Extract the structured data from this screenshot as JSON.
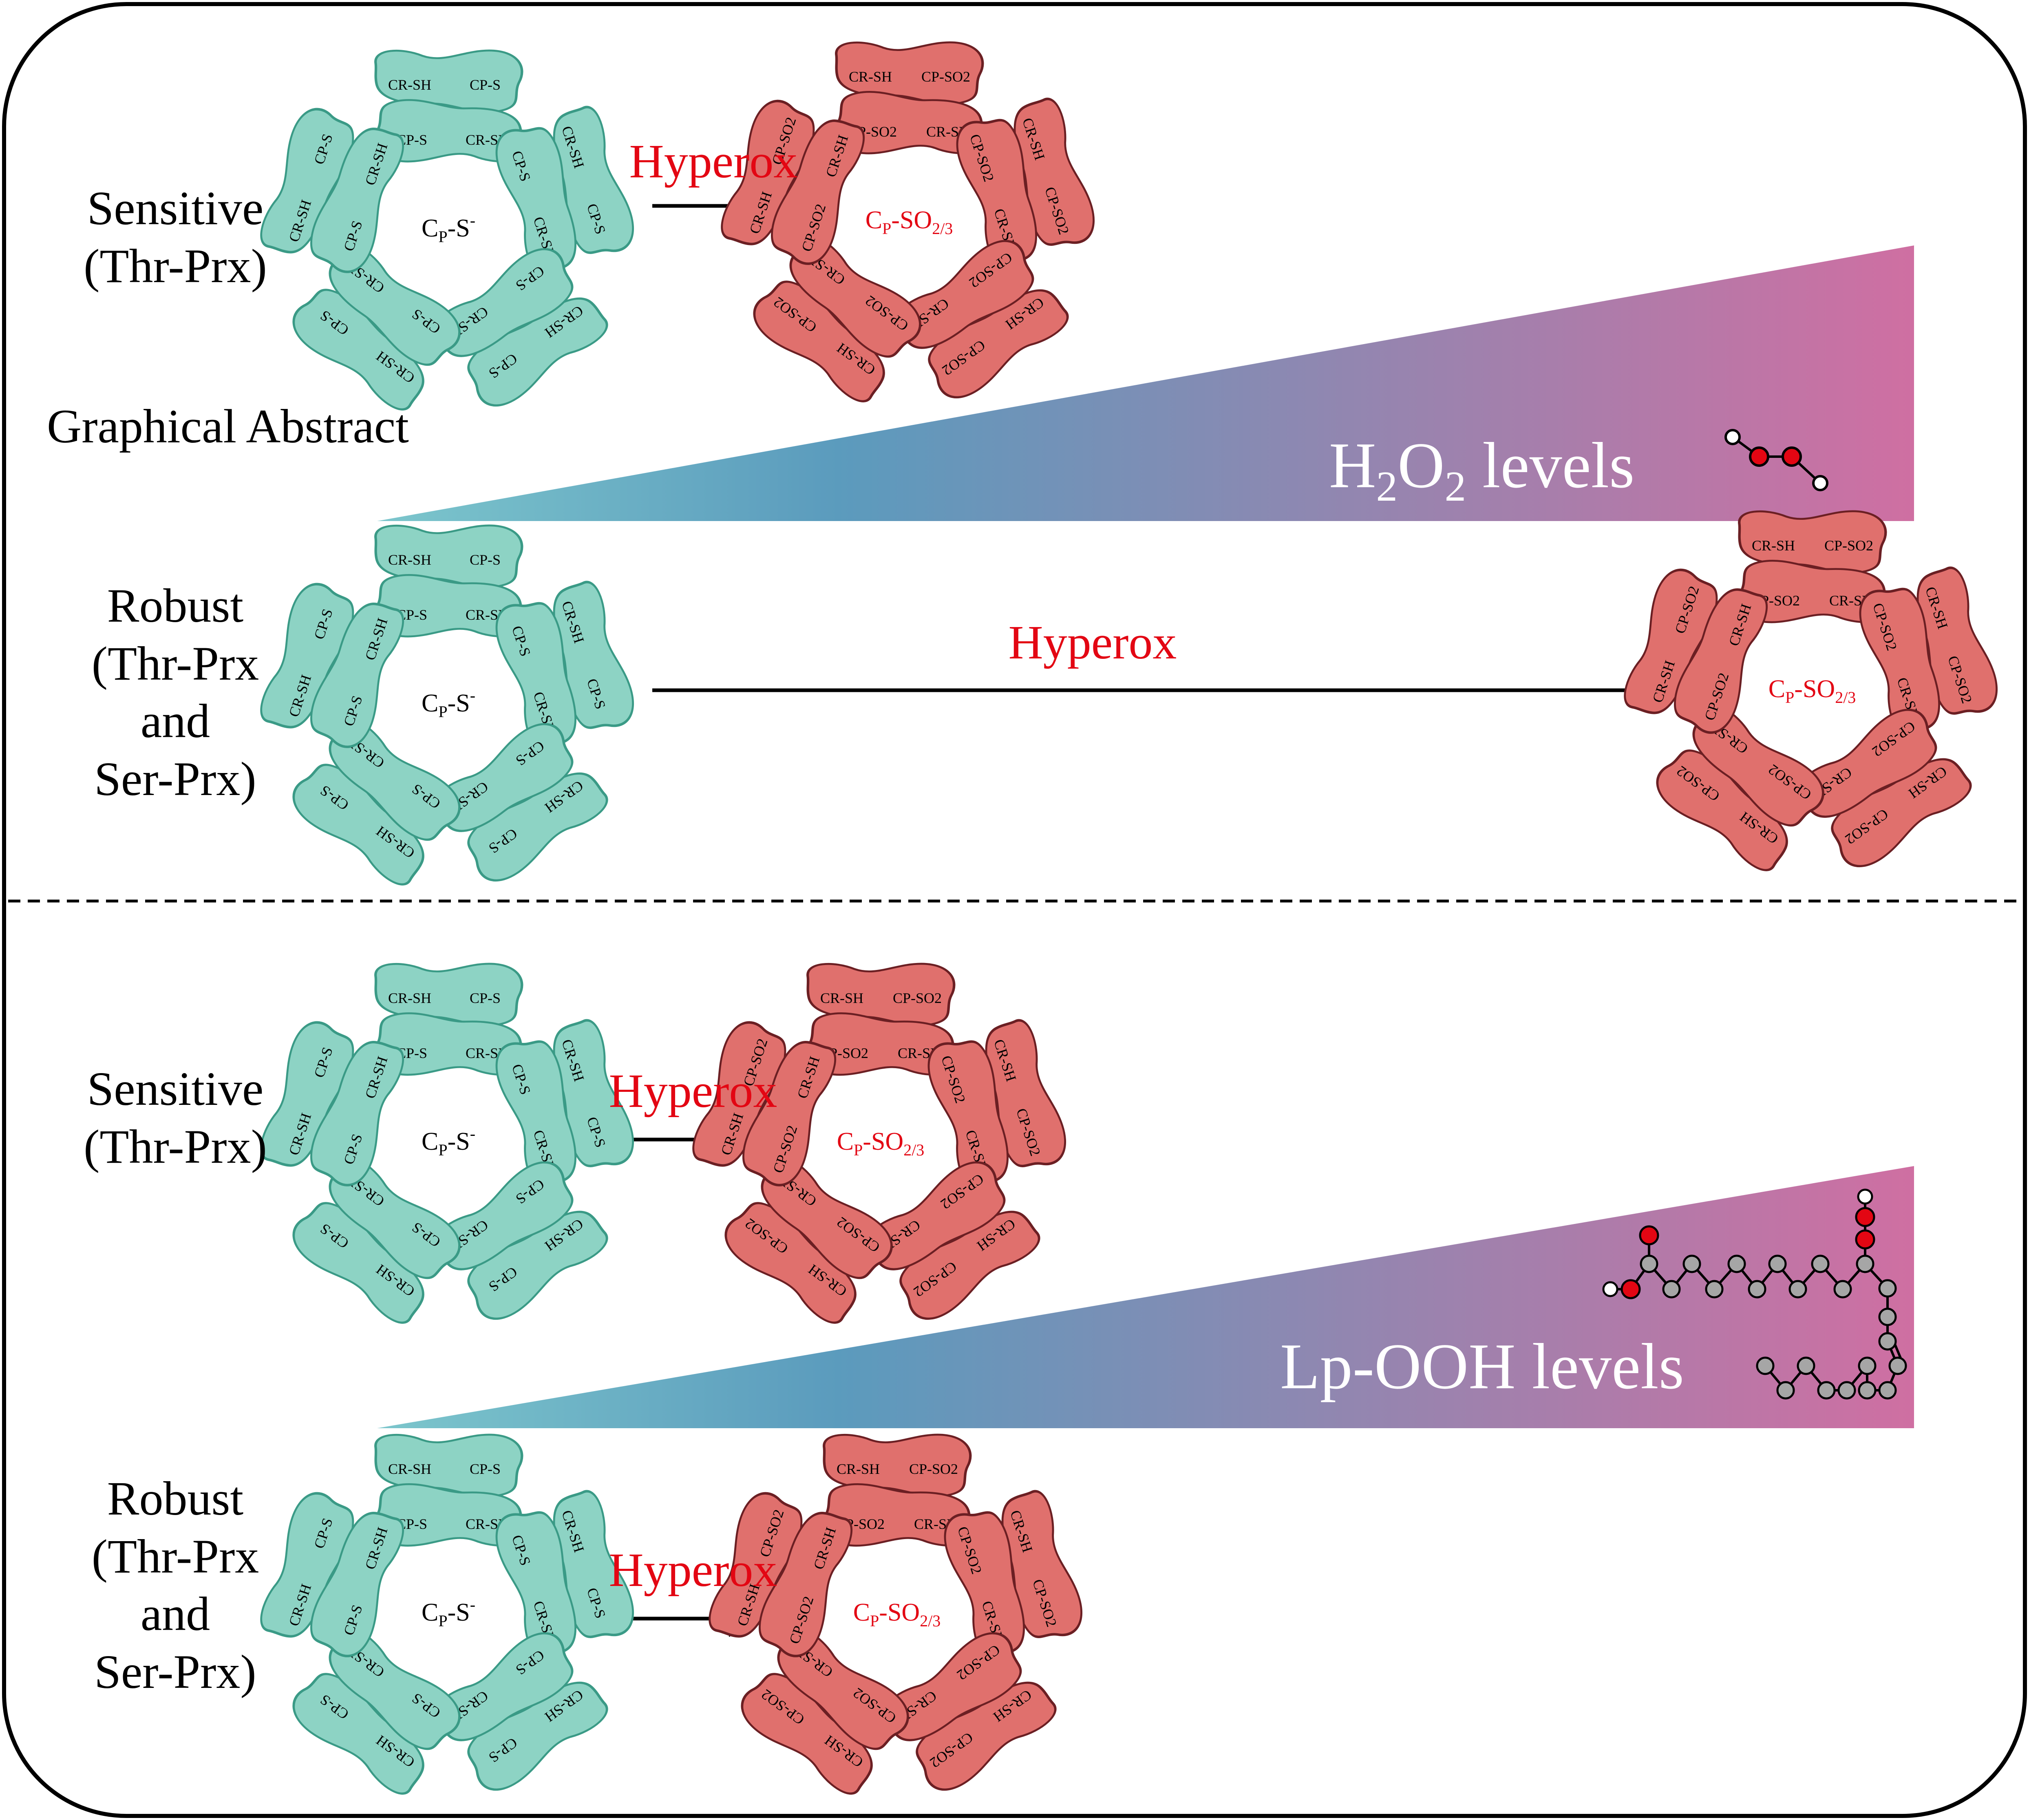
{
  "title": "Graphical Abstract",
  "section_top": {
    "sensitive": {
      "line1": "Sensitive",
      "line2": "(Thr-Prx)"
    },
    "robust": {
      "line1": "Robust",
      "line2": "(Thr-Prx",
      "line3": "and",
      "line4": "Ser-Prx)"
    },
    "hyperox_sensitive": "Hyperox",
    "hyperox_robust": "Hyperox",
    "gradient_label": {
      "prefix": "H",
      "sub1": "2",
      "mid": "O",
      "sub2": "2",
      "suffix": " levels"
    }
  },
  "section_bottom": {
    "sensitive": {
      "line1": "Sensitive",
      "line2": "(Thr-Prx)"
    },
    "robust": {
      "line1": "Robust",
      "line2": "(Thr-Prx",
      "line3": "and",
      "line4": "Ser-Prx)"
    },
    "hyperox_sensitive": "Hyperox",
    "hyperox_robust": "Hyperox",
    "gradient_label": "Lp-OOH levels"
  },
  "reduced_ring": {
    "center": {
      "base": "C",
      "sub": "P",
      "tail": "-S",
      "sup": "-"
    },
    "site_labels": [
      "CR-SH",
      "CP-S"
    ]
  },
  "oxidized_ring": {
    "center": {
      "base": "C",
      "sub": "P",
      "tail": "-SO",
      "sub2": "2/3"
    },
    "site_labels": [
      "CR-SH",
      "CP-SO2"
    ]
  },
  "colors": {
    "reduced_fill": "#8dd3c4",
    "reduced_stroke": "#3a9a86",
    "oxidized_fill": "#e0706d",
    "oxidized_stroke": "#6b1f23",
    "gradient_start": "#7cc6cc",
    "gradient_mid": "#5b9bbd",
    "gradient_end": "#cf6fa2",
    "hyperox_text": "#e30613",
    "oxygen_atom": "#e30613",
    "hydrogen_atom": "#ffffff",
    "carbon_atom": "#a6a6a6"
  },
  "icons": [
    "h2o2-molecule-icon",
    "lipid-hydroperoxide-molecule-icon"
  ]
}
